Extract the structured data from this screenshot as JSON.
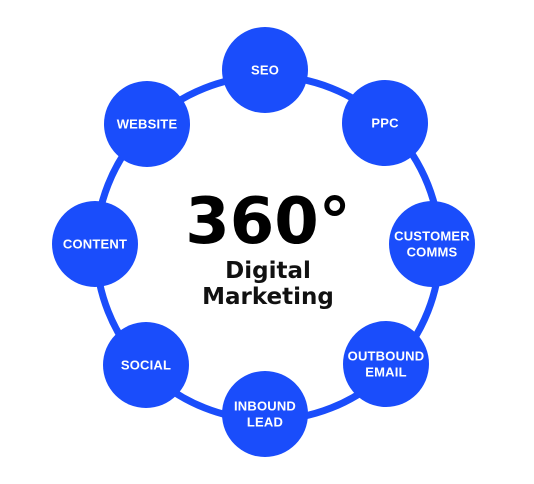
{
  "colors": {
    "ring": "#1a4dfb",
    "node": "#1a4dfb",
    "node_text": "#ffffff",
    "center_text": "#000000"
  },
  "center": {
    "title": "360°",
    "line1": "Digital",
    "line2": "Marketing"
  },
  "nodes": [
    {
      "id": "seo",
      "lines": [
        "SEO"
      ]
    },
    {
      "id": "ppc",
      "lines": [
        "PPC"
      ]
    },
    {
      "id": "customer-comms",
      "lines": [
        "CUSTOMER",
        "COMMS"
      ]
    },
    {
      "id": "outbound-email",
      "lines": [
        "OUTBOUND",
        "EMAIL"
      ]
    },
    {
      "id": "inbound-lead",
      "lines": [
        "INBOUND",
        "LEAD"
      ]
    },
    {
      "id": "social",
      "lines": [
        "SOCIAL"
      ]
    },
    {
      "id": "content",
      "lines": [
        "CONTENT"
      ]
    },
    {
      "id": "website",
      "lines": [
        "WEBSITE"
      ]
    }
  ]
}
